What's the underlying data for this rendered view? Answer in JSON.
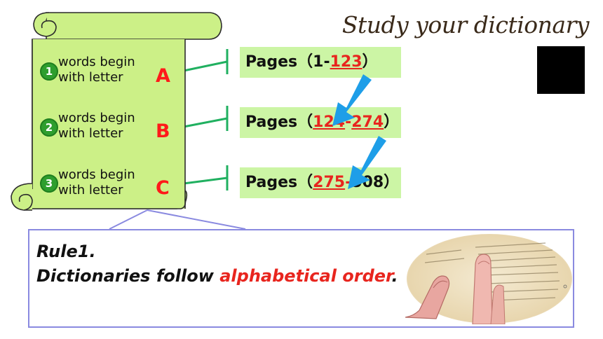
{
  "title": "Study your dictionary",
  "items": [
    {
      "number": "1",
      "line1": "words begin",
      "line2": "with letter",
      "letter": "A"
    },
    {
      "number": "2",
      "line1": "words begin",
      "line2": "with letter",
      "letter": "B"
    },
    {
      "number": "3",
      "line1": "words begin",
      "line2": "with letter",
      "letter": "C"
    }
  ],
  "pages": [
    {
      "prefix": "Pages（",
      "start": "1",
      "dash": "-",
      "end": "123",
      "suffix": "）"
    },
    {
      "prefix": "Pages（",
      "start": "124",
      "dash": "-",
      "end": "274",
      "suffix": "）"
    },
    {
      "prefix": "Pages（",
      "start": "275",
      "dash": "-",
      "end": "508",
      "suffix": "）"
    }
  ],
  "rule": {
    "heading": "Rule1.",
    "text_before": "Dictionaries follow ",
    "highlight": "alphabetical order",
    "text_after": "."
  },
  "colors": {
    "scroll": "#ccf087",
    "page_box": "#ccf5a5",
    "connector": "#20b060",
    "arrow": "#1e9ee8",
    "letter": "#ff1a1a",
    "rule_border": "#8a8ae0"
  }
}
